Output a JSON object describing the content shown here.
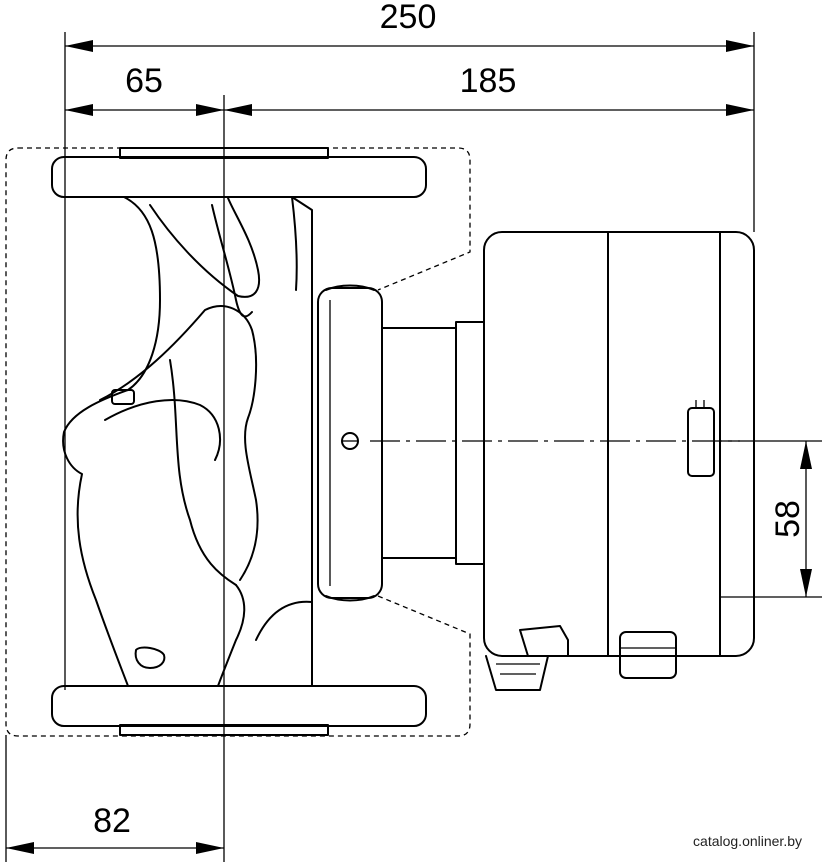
{
  "dimensions": {
    "overall_length": "250",
    "flange_to_axis": "65",
    "axis_to_motor_end": "185",
    "housing_offset": "82",
    "axis_to_motor_bottom": "58"
  },
  "watermark": "catalog.onliner.by",
  "colors": {
    "line": "#000000",
    "background": "#ffffff"
  }
}
